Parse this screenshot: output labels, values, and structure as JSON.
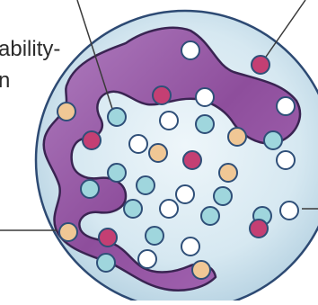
{
  "labels": {
    "line1": "ability-",
    "line2": "n"
  },
  "colors": {
    "cell_fill": "#cfe4ee",
    "cell_fill_inner": "#e9f4f8",
    "cell_stroke": "#2d4a73",
    "domain_fill": "#8e4e9c",
    "domain_fill_light": "#c8a4d3",
    "domain_stroke": "#3a2452",
    "particle_white": "#ffffff",
    "particle_cyan": "#9fd6dd",
    "particle_tan": "#f0c795",
    "particle_magenta": "#c43f73",
    "particle_stroke": "#2f4f78",
    "pointer_line": "#3a3a3a"
  },
  "particle_kinds": [
    "white",
    "cyan",
    "tan",
    "magenta"
  ]
}
